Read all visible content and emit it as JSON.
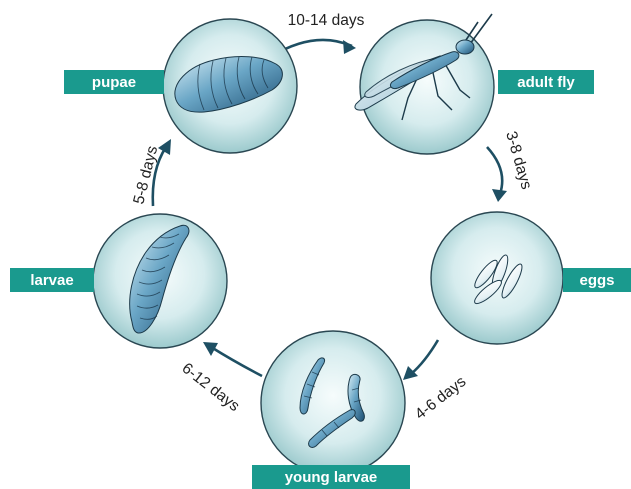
{
  "stages": {
    "pupae": "pupae",
    "adult_fly": "adult fly",
    "eggs": "eggs",
    "young_larvae": "young larvae",
    "larvae": "larvae"
  },
  "durations": {
    "pupae_to_adult": "10-14 days",
    "adult_to_eggs": "3-8 days",
    "eggs_to_young_larvae": "4-6 days",
    "young_larvae_to_larvae": "6-12 days",
    "larvae_to_pupae": "5-8 days"
  },
  "colors": {
    "label_bg": "#1a9a8e",
    "label_text": "#ffffff",
    "arrow": "#1e4f63",
    "circle_light": "#f4fbfb",
    "circle_dark": "#a9d1d4",
    "organism": "#2f6f92"
  }
}
